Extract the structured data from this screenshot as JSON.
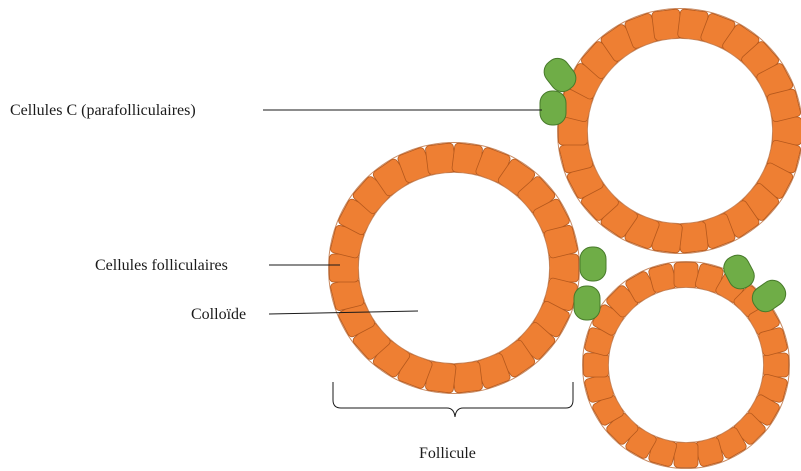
{
  "labels": {
    "c_cells": "Cellules C (parafolliculaires)",
    "follicular_cells": "Cellules folliculaires",
    "colloid": "Colloïde",
    "follicle": "Follicule"
  },
  "colors": {
    "follicular_cell": "#ee7f33",
    "follicular_cell_stroke": "#b5581c",
    "c_cell": "#6fad47",
    "c_cell_stroke": "#477a2a",
    "membrane": "#c98b63",
    "leader": "#1a1a1a"
  }
}
